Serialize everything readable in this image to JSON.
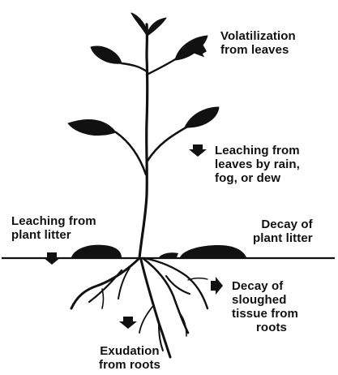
{
  "labels": {
    "volatilization": [
      "Volatilization",
      "from leaves"
    ],
    "leaching_leaves": [
      "Leaching from",
      "leaves by rain,",
      "fog, or dew"
    ],
    "leaching_litter": [
      "Leaching from",
      "plant litter"
    ],
    "decay_litter": [
      "Decay of",
      "plant litter"
    ],
    "decay_sloughed": [
      "Decay of",
      "sloughed",
      "tissue from",
      "roots"
    ],
    "exudation": [
      "Exudation",
      "from roots"
    ]
  },
  "colors": {
    "ink": "#111111",
    "background": "#ffffff"
  },
  "icons": {
    "arrow": "bold-arrow-icon"
  }
}
